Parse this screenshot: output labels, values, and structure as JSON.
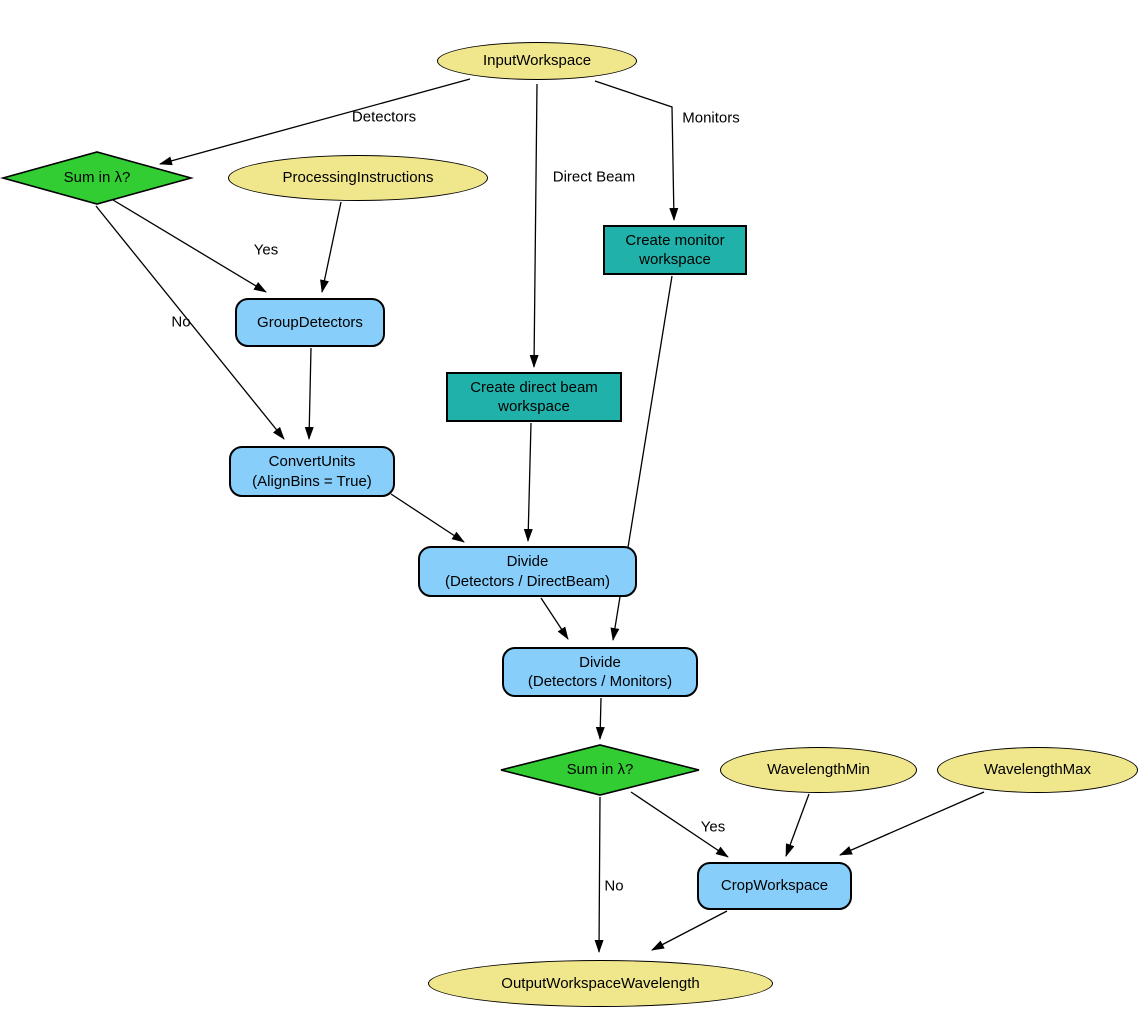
{
  "diagram": {
    "type": "flowchart",
    "colors": {
      "parameter_fill": "#F0E68C",
      "decision_fill": "#32CD32",
      "algorithm_fill": "#87CEFA",
      "process_fill": "#20B2AA",
      "edge_stroke": "#000000",
      "background": "#FFFFFF",
      "text": "#000000"
    },
    "nodes": {
      "input_workspace": {
        "label": "InputWorkspace",
        "shape": "ellipse"
      },
      "sum_in_lambda_top": {
        "label": "Sum in λ?",
        "shape": "diamond"
      },
      "processing_instructions": {
        "label": "ProcessingInstructions",
        "shape": "ellipse"
      },
      "create_monitor_workspace": {
        "label": "Create monitor\nworkspace",
        "shape": "rect"
      },
      "group_detectors": {
        "label": "GroupDetectors",
        "shape": "rounded"
      },
      "create_direct_beam_workspace": {
        "label": "Create direct beam\nworkspace",
        "shape": "rect"
      },
      "convert_units": {
        "label": "ConvertUnits\n(AlignBins = True)",
        "shape": "rounded"
      },
      "divide_direct_beam": {
        "label": "Divide\n(Detectors / DirectBeam)",
        "shape": "rounded"
      },
      "divide_monitors": {
        "label": "Divide\n(Detectors / Monitors)",
        "shape": "rounded"
      },
      "sum_in_lambda_bottom": {
        "label": "Sum in λ?",
        "shape": "diamond"
      },
      "wavelength_min": {
        "label": "WavelengthMin",
        "shape": "ellipse"
      },
      "wavelength_max": {
        "label": "WavelengthMax",
        "shape": "ellipse"
      },
      "crop_workspace": {
        "label": "CropWorkspace",
        "shape": "rounded"
      },
      "output_workspace_wavelength": {
        "label": "OutputWorkspaceWavelength",
        "shape": "ellipse"
      }
    },
    "edge_labels": {
      "detectors": "Detectors",
      "monitors": "Monitors",
      "direct_beam": "Direct Beam",
      "yes_top": "Yes",
      "no_top": "No",
      "yes_bottom": "Yes",
      "no_bottom": "No"
    }
  }
}
